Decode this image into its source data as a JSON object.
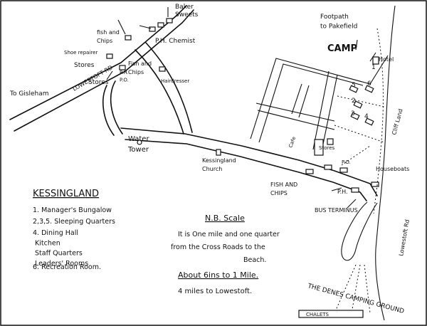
{
  "places": {
    "fish_chips_1": "fish and\nChips",
    "baker": "Baker",
    "sweets": "Sweets",
    "chemist": "P.H. Chemist",
    "footpath": "Footpath\nto Pakefield",
    "camp": "CAMP",
    "hotel": "Hotel",
    "shoe_repairer": "Shoe repairer",
    "stores_1": "Stores",
    "road_name": "LOWESTOFT RD",
    "ph_1": "P.H.\nP.O.",
    "fish_chips_2": "Fish and\nChips",
    "hairdresser": "Hairdresser",
    "to_gisleham": "To Gisleham",
    "stores_2": "Stores",
    "water_tower": "Water\nTower",
    "church": "Kessingland\nChurch",
    "cafe": "Cafe",
    "stores_3": "Stores",
    "po": "P.O.",
    "fish_chips_3": "FISH AND\nCHIPS",
    "ph_2": "P.H.",
    "bus_terminus": "BUS TERMINUS",
    "houseboats": "Houseboats",
    "cliff_land": "Cliff Land",
    "lowestoft_road": "Lowestoft Rd"
  },
  "camp_numbers": [
    "1",
    "2",
    "3",
    "4",
    "5",
    "6"
  ],
  "legend": {
    "title": "KESSINGLAND",
    "items": [
      "1. Manager's Bungalow",
      "2,3,5. Sleeping Quarters",
      "4. Dining Hall\n   Kitchen\n   Staff Quarters\n   Leaders' Rooms",
      "6. Recreation Room."
    ]
  },
  "scale_note": {
    "title": "N.B. Scale",
    "lines": [
      "It is One mile and one quarter",
      "from the Cross Roads to the",
      "Beach."
    ],
    "scale": "About 6ins to 1 Mile.",
    "distance": "4 miles to Lowestoft."
  },
  "campground": {
    "label": "THE DENES CAMPING GROUND",
    "chalets": "CHALETS"
  }
}
